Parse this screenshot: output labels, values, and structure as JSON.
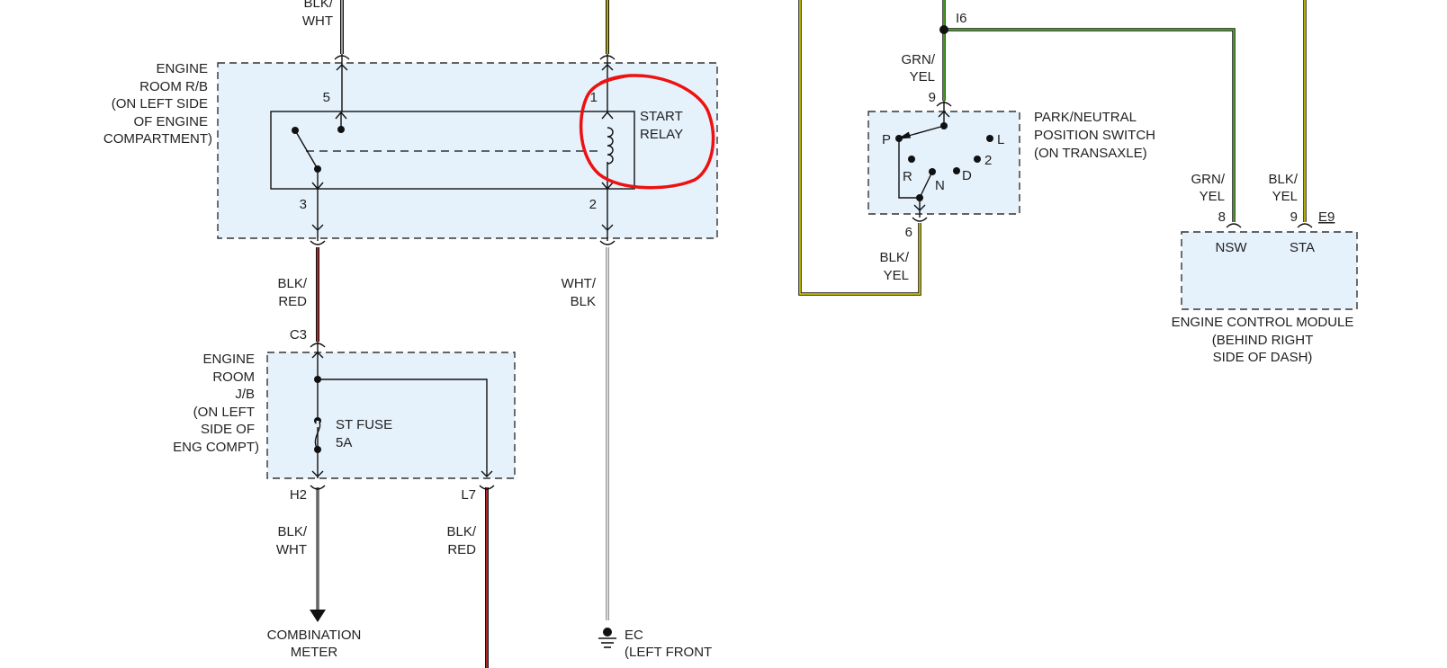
{
  "colors": {
    "background": "#ffffff",
    "box_fill": "#e5f1fb",
    "wire_black": "#111111",
    "wire_red": "#e0302a",
    "wire_white": "#c8c8c8",
    "wire_yellow": "#e8e000",
    "wire_green": "#58c428",
    "annotation_red": "#ee1111"
  },
  "wires": {
    "top_left": [
      "BLK/",
      "WHT"
    ],
    "blk_red_1": [
      "BLK/",
      "RED"
    ],
    "wht_blk": [
      "WHT/",
      "BLK"
    ],
    "blk_wht_2": [
      "BLK/",
      "WHT"
    ],
    "blk_red_2": [
      "BLK/",
      "RED"
    ],
    "grn_yel_1": [
      "GRN/",
      "YEL"
    ],
    "blk_yel_1": [
      "BLK/",
      "YEL"
    ],
    "grn_yel_2": [
      "GRN/",
      "YEL"
    ],
    "blk_yel_2": [
      "BLK/",
      "YEL"
    ]
  },
  "engine_room_rb": {
    "label": [
      "ENGINE",
      "ROOM R/B",
      "(ON LEFT SIDE",
      "OF ENGINE",
      "COMPARTMENT)"
    ],
    "pin_5": "5",
    "pin_1": "1",
    "pin_3": "3",
    "pin_2": "2",
    "relay_label": [
      "START",
      "RELAY"
    ]
  },
  "engine_room_jb": {
    "connector_top": "C3",
    "label": [
      "ENGINE",
      "ROOM",
      "J/B",
      "(ON LEFT",
      "SIDE OF",
      "ENG COMPT)"
    ],
    "fuse_label": [
      "ST FUSE",
      "5A"
    ],
    "connector_h2": "H2",
    "connector_l7": "L7"
  },
  "combination_meter": [
    "COMBINATION",
    "METER"
  ],
  "ground": {
    "code": "EC",
    "location": "(LEFT FRONT"
  },
  "park_neutral": {
    "splice": "I6",
    "pin_9": "9",
    "pin_6": "6",
    "label": [
      "PARK/NEUTRAL",
      "POSITION SWITCH",
      "(ON TRANSAXLE)"
    ],
    "positions": {
      "p": "P",
      "r": "R",
      "n": "N",
      "d": "D",
      "two": "2",
      "l": "L"
    }
  },
  "ecm": {
    "pin_8": "8",
    "pin_9": "9",
    "connector": "E9",
    "terminal_nsw": "NSW",
    "terminal_sta": "STA",
    "label": [
      "ENGINE CONTROL MODULE",
      "(BEHIND RIGHT",
      "SIDE OF DASH)"
    ]
  }
}
